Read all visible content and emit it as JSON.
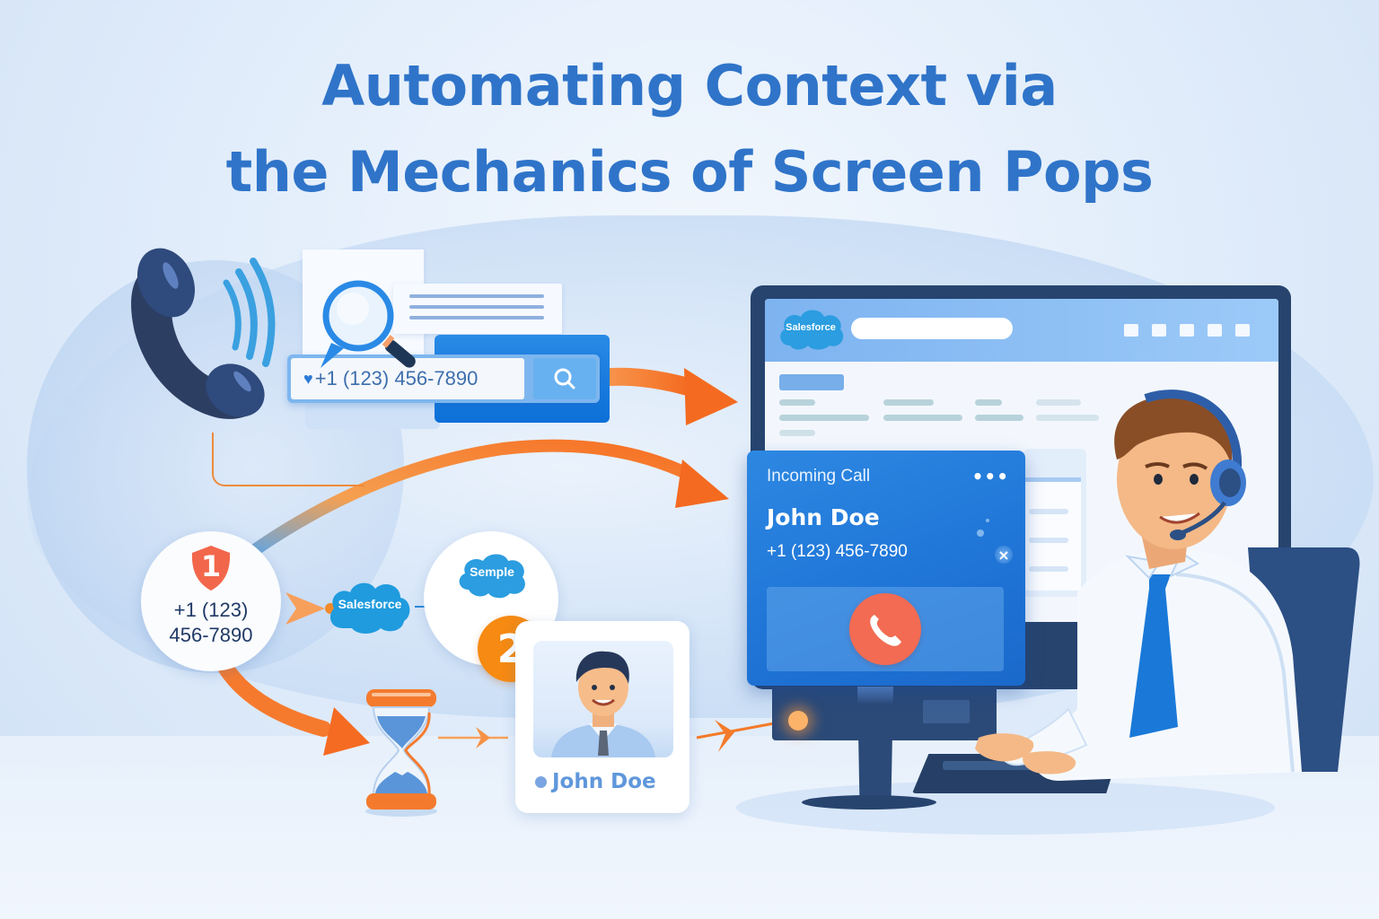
{
  "title": {
    "line1": "Automating Context via",
    "line2": "the Mechanics of Screen Pops"
  },
  "search": {
    "query_value": "+1 (123) 456-7890",
    "prefix_icon": "contact-icon",
    "button_icon": "search-icon"
  },
  "step1": {
    "badge": "1",
    "phone_line1": "+1 (123)",
    "phone_line2": "456-7890"
  },
  "crm": {
    "cloud_label": "Salesforce",
    "sample_label": "Semple"
  },
  "step2": {
    "badge": "2"
  },
  "contact_card": {
    "name": "John Doe"
  },
  "monitor": {
    "brand_label": "Salesforce",
    "header_squares": 5
  },
  "incoming_call": {
    "title": "Incoming Call",
    "more_label": "•••",
    "caller_name": "John Doe",
    "caller_number": "+1 (123) 456-7890",
    "close_label": "×",
    "end_call_icon": "phone-icon"
  },
  "colors": {
    "title_blue": "#2f74c9",
    "primary_blue": "#1f74d6",
    "accent_orange": "#f67a2e",
    "badge_orange": "#f68a12",
    "end_call_red": "#f26b52",
    "navy": "#27446f",
    "salesforce_blue": "#1f9bde"
  }
}
